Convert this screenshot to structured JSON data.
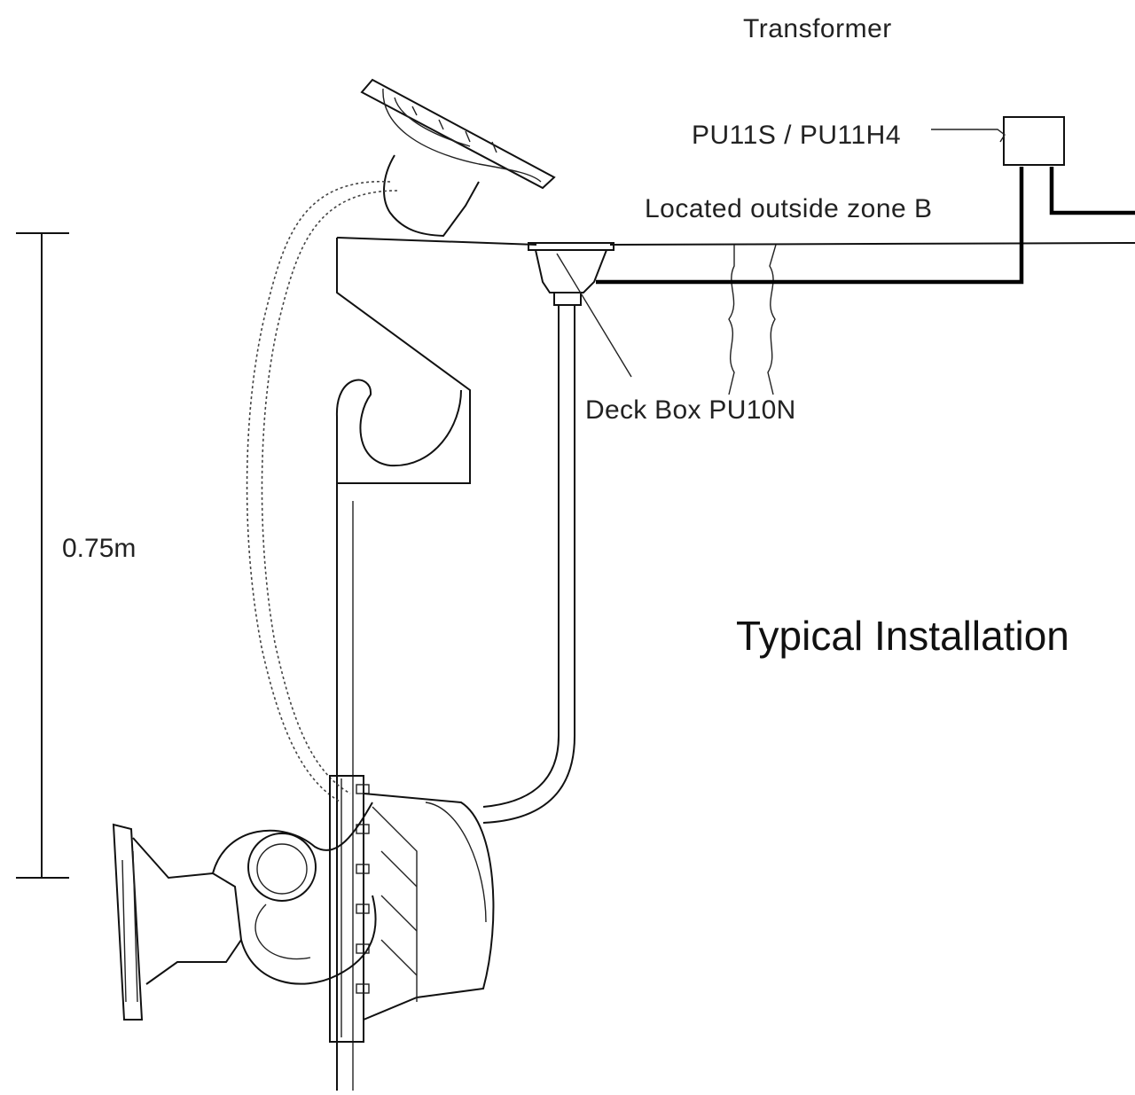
{
  "labels": {
    "transformer": "Transformer",
    "pu11": "PU11S / PU11H4",
    "zone": "Located outside zone B",
    "deck_box": "Deck Box PU10N",
    "height": "0.75m",
    "title": "Typical Installation"
  }
}
